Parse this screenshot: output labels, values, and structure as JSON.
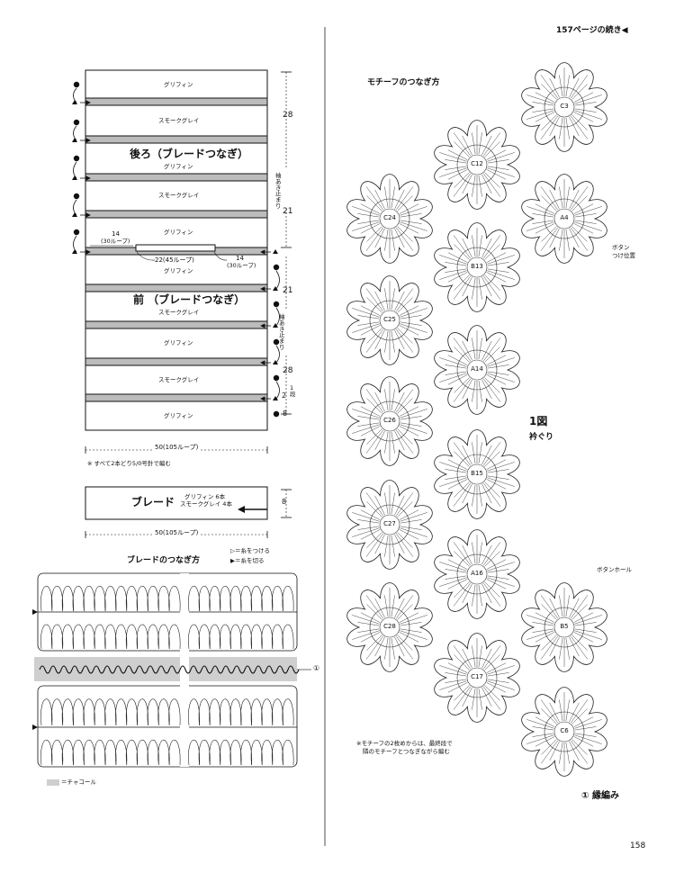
{
  "header": {
    "continued": "157ページの続き◀",
    "page_number": "158"
  },
  "back_panel": {
    "title": "後ろ（ブレードつなぎ）",
    "stripes": [
      "グリフィン",
      "スモークグレイ",
      "グリフィン",
      "スモークグレイ",
      "グリフィン"
    ],
    "dim_top": "28",
    "dim_mid": "21",
    "sleeve_label": "袖あき止まり"
  },
  "front_panel": {
    "title": "前 （ブレードつなぎ）",
    "stripes": [
      "グリフィン",
      "スモークグレイ",
      "グリフィン",
      "スモークグレイ",
      "グリフィン"
    ],
    "dim_upper": "21",
    "dim_lower": "28",
    "sleeve_label": "袖あき止まり",
    "dim_row": "1段",
    "count_2": "2",
    "count_8": "8"
  },
  "neck": {
    "left_value": "14",
    "left_loops": "(30ループ)",
    "mid_value": "22(45ループ)",
    "right_value": "14",
    "right_loops": "(30ループ)"
  },
  "width_label": "50(105ループ)",
  "needle_note": "※ すべて2本どり5/0号針で編む",
  "braid": {
    "label": "ブレード",
    "spec_1": "グリフィン 6本",
    "spec_2": "スモークグレイ 4本",
    "dim_height": "8",
    "width_label": "50(105ループ)"
  },
  "braid_join": {
    "title": "ブレードのつなぎ方",
    "legend_attach": "▷＝糸をつける",
    "legend_cut": "▶＝糸を切る",
    "marker": "①",
    "legend_charcoal": "＝チャコール"
  },
  "motif": {
    "title": "モチーフのつなぎ方",
    "figure": "1図",
    "figure_sub": "衿ぐり",
    "button_pos_1": "ボタン",
    "button_pos_2": "つけ位置",
    "buttonhole": "ボタンホール",
    "note_1": "※モチーフの2枚めからは、最終段で",
    "note_2": "隣のモチーフとつなぎながら編む",
    "edging": "① 縁編み",
    "labels": [
      "C3",
      "A4",
      "C12",
      "C24",
      "B13",
      "C25",
      "A14",
      "C26",
      "B15",
      "C27",
      "A16",
      "C28",
      "B5",
      "C17",
      "C6"
    ]
  },
  "colors": {
    "gray_band": "#bcbcbc",
    "line": "#111111"
  }
}
